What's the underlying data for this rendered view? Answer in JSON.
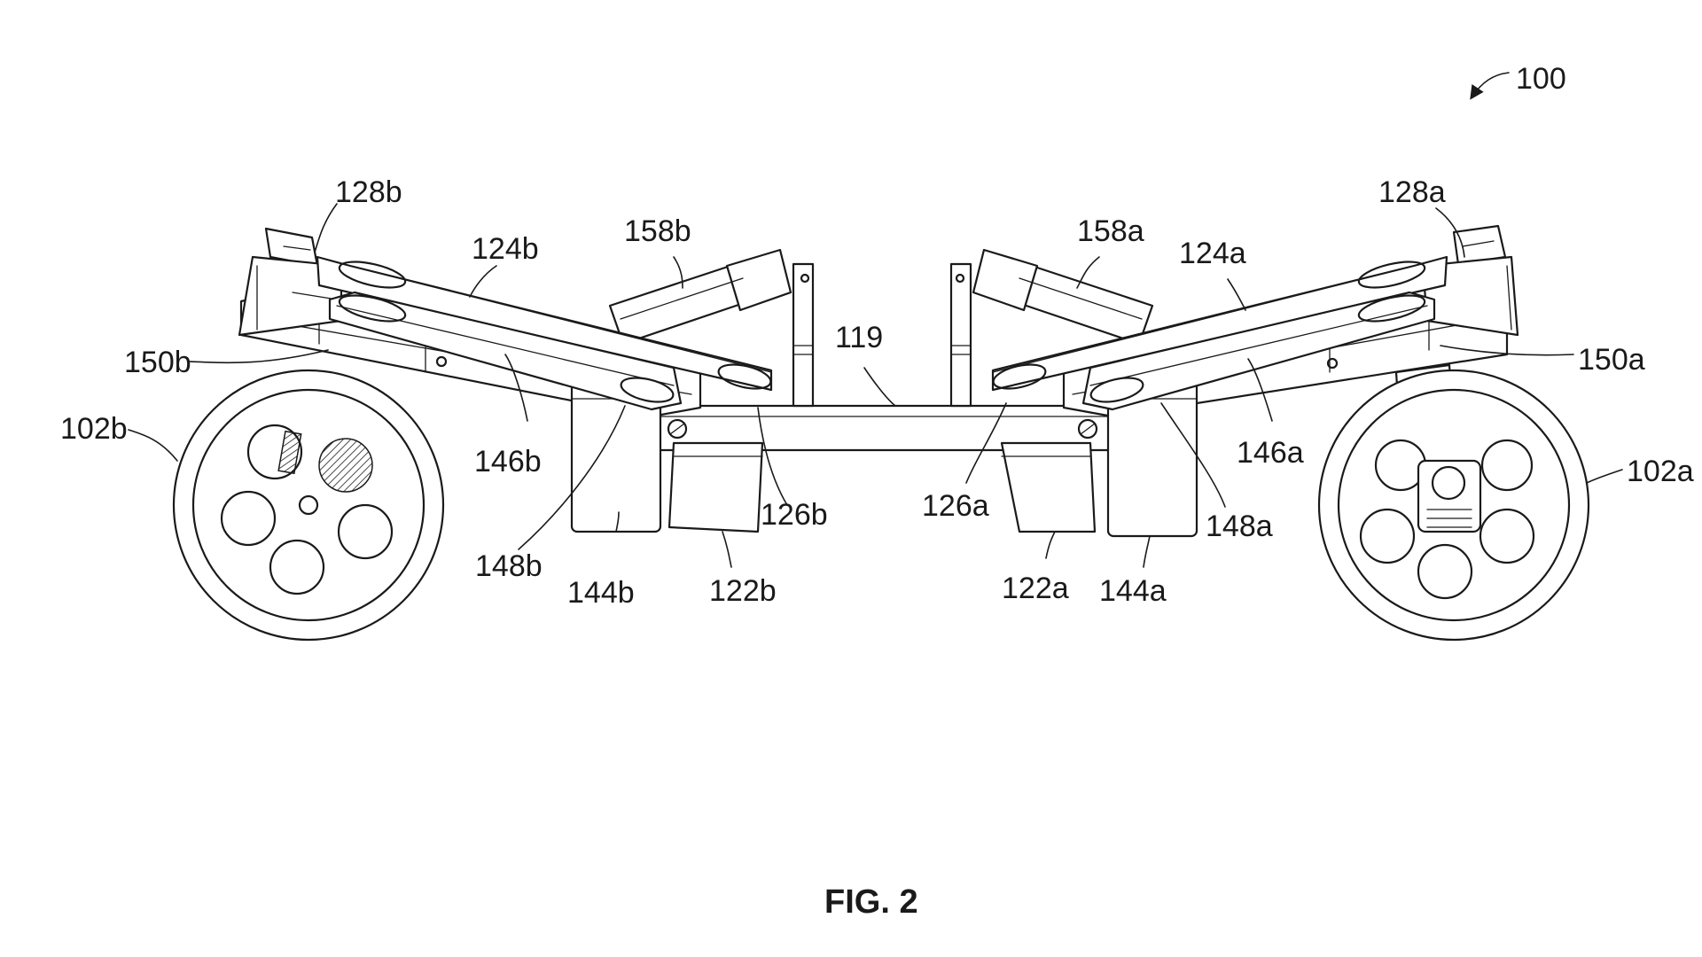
{
  "figure": {
    "caption": "FIG. 2",
    "ref_overall": "100"
  },
  "labels": {
    "l_128b": "128b",
    "l_124b": "124b",
    "l_158b": "158b",
    "l_119": "119",
    "l_158a": "158a",
    "l_124a": "124a",
    "l_128a": "128a",
    "l_150b": "150b",
    "l_150a": "150a",
    "l_102b": "102b",
    "l_102a": "102a",
    "l_146b": "146b",
    "l_146a": "146a",
    "l_126b": "126b",
    "l_126a": "126a",
    "l_148b": "148b",
    "l_148a": "148a",
    "l_144b": "144b",
    "l_144a": "144a",
    "l_122b": "122b",
    "l_122a": "122a"
  }
}
